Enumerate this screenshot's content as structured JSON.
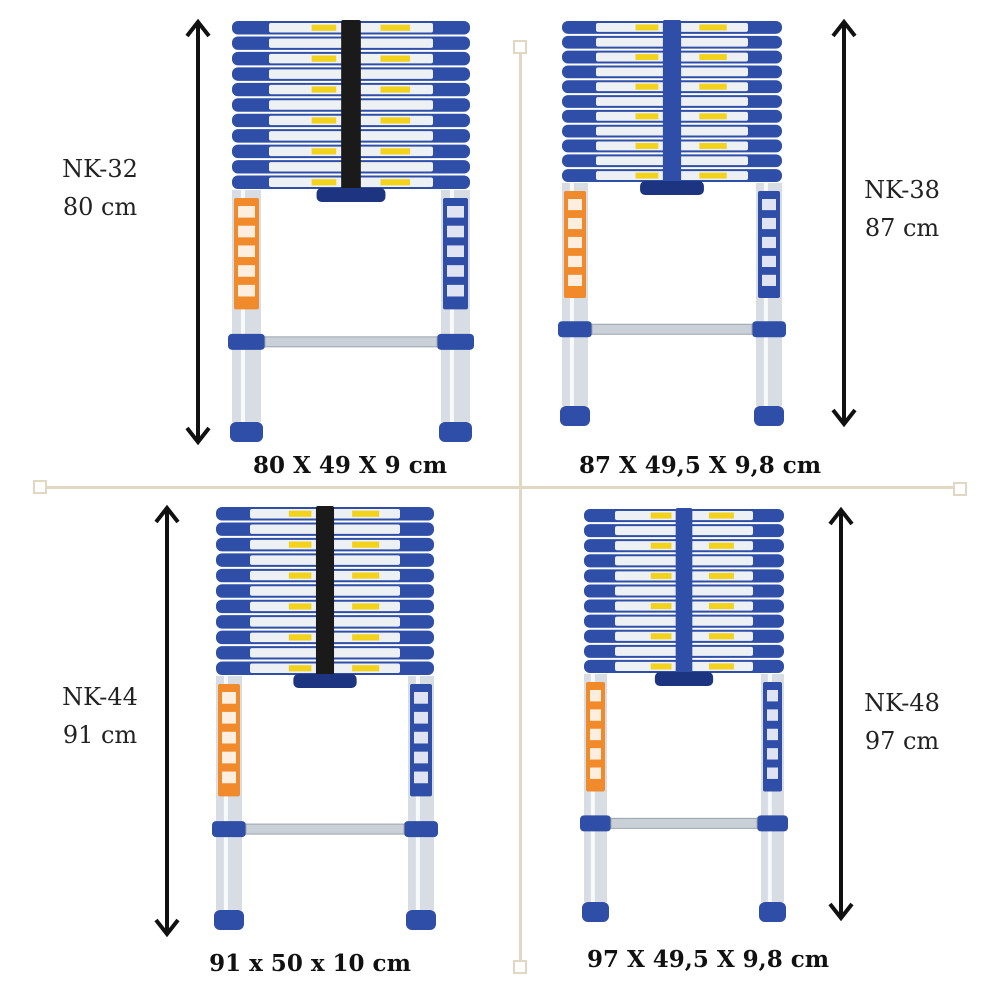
{
  "colors": {
    "rail_blue": "#2f4ea8",
    "rail_blue_dark": "#1d3480",
    "aluminum": "#d7dde3",
    "label_orange": "#f08a2a",
    "warning_yellow": "#f2d21b",
    "divider": "#e2d7c3"
  },
  "icons": [
    "double-arrow-icon"
  ],
  "panels": [
    {
      "model": "NK-32",
      "closed_height": "80 cm",
      "dimensions": "80 X 49 X 9 cm",
      "strap": "black"
    },
    {
      "model": "NK-38",
      "closed_height": "87 cm",
      "dimensions": "87 X 49,5 X 9,8 cm",
      "strap": "blue"
    },
    {
      "model": "NK-44",
      "closed_height": "91 cm",
      "dimensions": "91 x 50 x 10 cm",
      "strap": "black"
    },
    {
      "model": "NK-48",
      "closed_height": "97 cm",
      "dimensions": "97 X 49,5 X 9,8 cm",
      "strap": "blue"
    }
  ]
}
